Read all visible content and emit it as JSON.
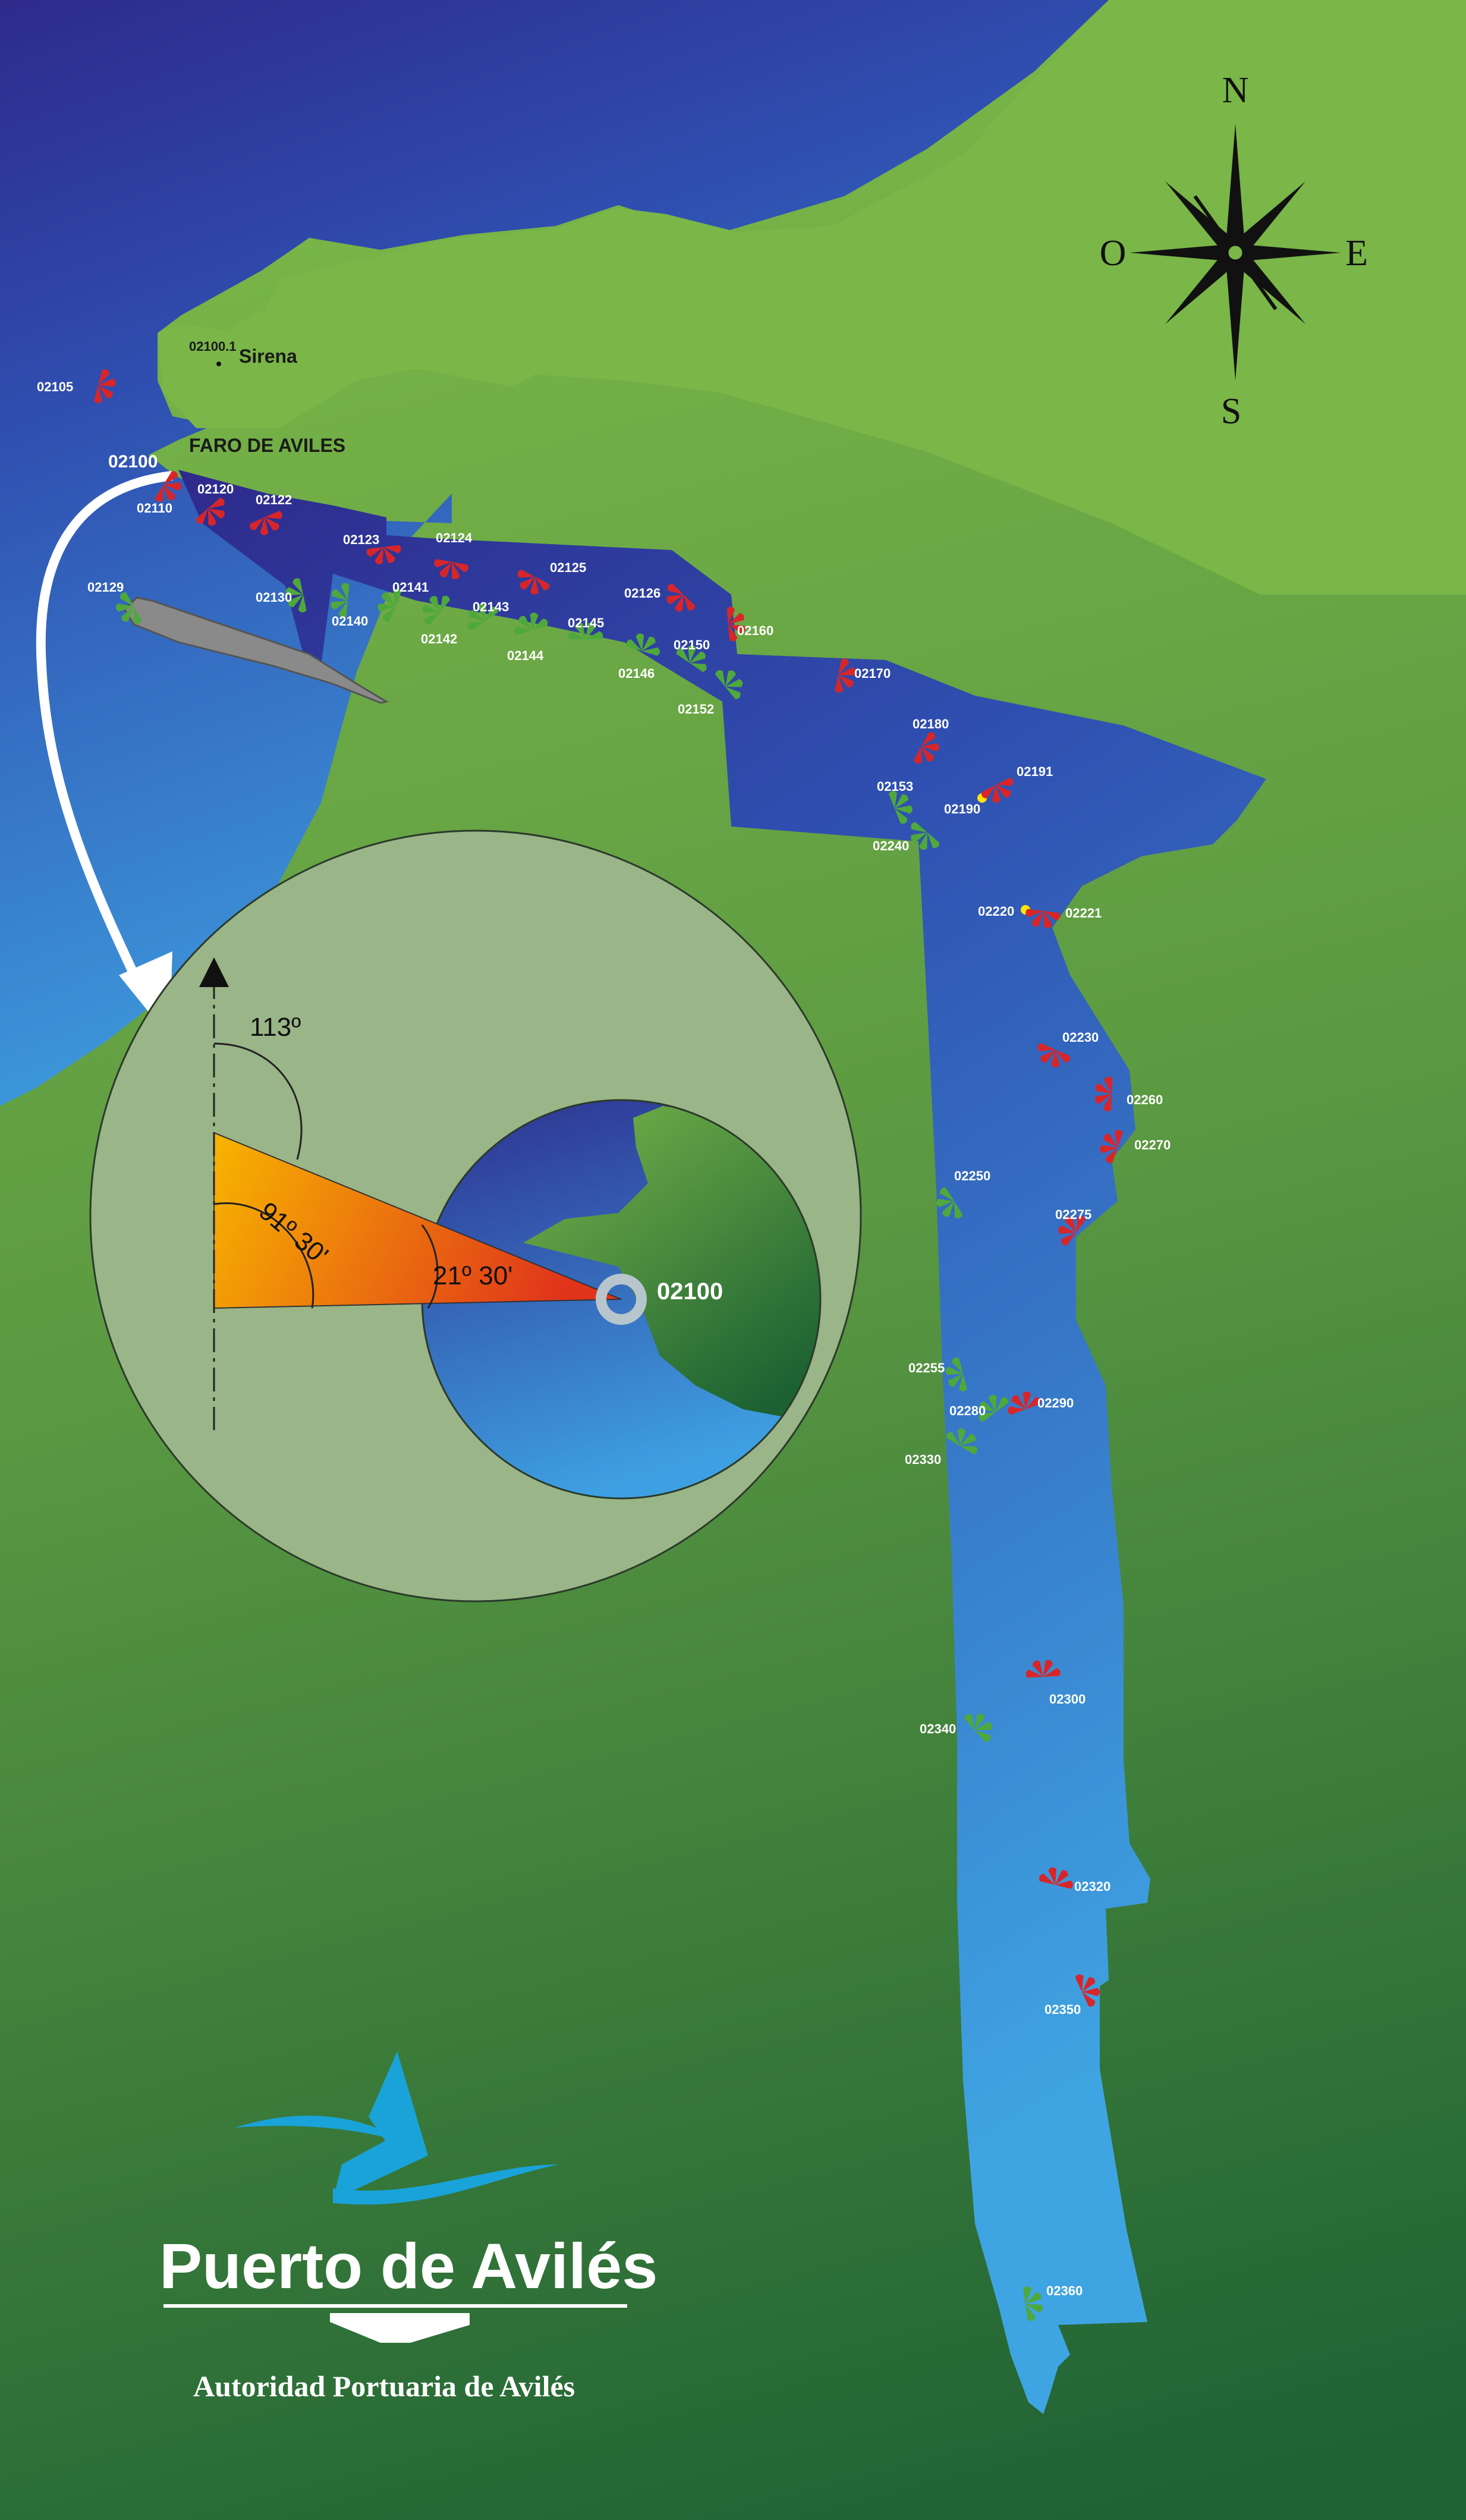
{
  "compass": {
    "north": "N",
    "south": "S",
    "east": "E",
    "west": "O"
  },
  "places": {
    "faro": "FARO DE AVILES",
    "sirena": "Sirena",
    "sirena_code": "02100.1",
    "faro_code": "02100"
  },
  "detail": {
    "light_code": "02100",
    "angle_north": "113º",
    "angle_sector": "91º 30'",
    "angle_small": "21º 30'"
  },
  "brand": {
    "title": "Puerto de Avilés",
    "subtitle": "Autoridad Portuaria de Avilés"
  },
  "colors": {
    "sea_dark": "#2e3190",
    "sea_light": "#3f9de0",
    "land_light": "#7ab648",
    "land_dark": "#1d6130",
    "red_light": "#d7262a",
    "green_light": "#4fa83c",
    "yellow_light": "#ffe600"
  },
  "lights": [
    {
      "code": "02105",
      "type": "red"
    },
    {
      "code": "02110",
      "type": "red"
    },
    {
      "code": "02120",
      "type": "red"
    },
    {
      "code": "02122",
      "type": "red"
    },
    {
      "code": "02123",
      "type": "red"
    },
    {
      "code": "02124",
      "type": "red"
    },
    {
      "code": "02125",
      "type": "red"
    },
    {
      "code": "02126",
      "type": "red"
    },
    {
      "code": "02129",
      "type": "green"
    },
    {
      "code": "02130",
      "type": "green"
    },
    {
      "code": "02140",
      "type": "green"
    },
    {
      "code": "02141",
      "type": "green"
    },
    {
      "code": "02142",
      "type": "green"
    },
    {
      "code": "02143",
      "type": "green"
    },
    {
      "code": "02144",
      "type": "green"
    },
    {
      "code": "02145",
      "type": "green"
    },
    {
      "code": "02146",
      "type": "green"
    },
    {
      "code": "02150",
      "type": "green"
    },
    {
      "code": "02152",
      "type": "green"
    },
    {
      "code": "02153",
      "type": "green"
    },
    {
      "code": "02160",
      "type": "red"
    },
    {
      "code": "02170",
      "type": "red"
    },
    {
      "code": "02180",
      "type": "red"
    },
    {
      "code": "02190",
      "type": "yellow"
    },
    {
      "code": "02191",
      "type": "red"
    },
    {
      "code": "02220",
      "type": "yellow"
    },
    {
      "code": "02221",
      "type": "red"
    },
    {
      "code": "02230",
      "type": "red"
    },
    {
      "code": "02240",
      "type": "green"
    },
    {
      "code": "02250",
      "type": "green"
    },
    {
      "code": "02255",
      "type": "green"
    },
    {
      "code": "02260",
      "type": "red"
    },
    {
      "code": "02270",
      "type": "red"
    },
    {
      "code": "02275",
      "type": "red"
    },
    {
      "code": "02280",
      "type": "green"
    },
    {
      "code": "02290",
      "type": "red"
    },
    {
      "code": "02300",
      "type": "red"
    },
    {
      "code": "02320",
      "type": "red"
    },
    {
      "code": "02330",
      "type": "green"
    },
    {
      "code": "02340",
      "type": "green"
    },
    {
      "code": "02350",
      "type": "red"
    },
    {
      "code": "02360",
      "type": "green"
    }
  ]
}
